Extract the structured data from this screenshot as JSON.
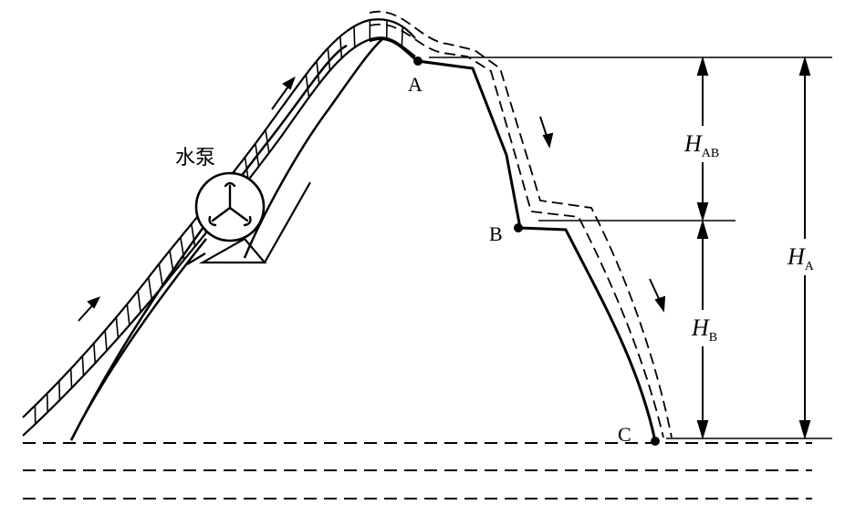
{
  "labels": {
    "pump": "水泵",
    "point_a": "A",
    "point_b": "B",
    "point_c": "C",
    "h_ab_main": "H",
    "h_ab_sub": "AB",
    "h_b_main": "H",
    "h_b_sub": "B",
    "h_a_main": "H",
    "h_a_sub": "A"
  },
  "colors": {
    "ink": "#000000",
    "background": "#ffffff"
  }
}
